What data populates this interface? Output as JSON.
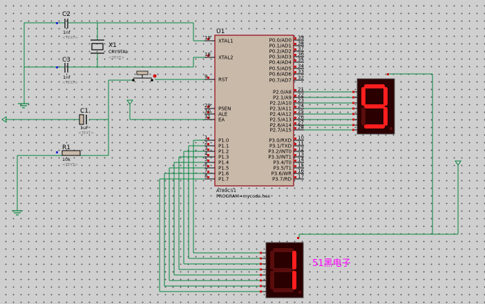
{
  "components": {
    "c2": {
      "ref": "C2",
      "value": "1nf",
      "text": "<TEXT>"
    },
    "c3": {
      "ref": "C3",
      "value": "1nf",
      "text": "<TEXT>"
    },
    "c1": {
      "ref": "C1",
      "value": "1uF",
      "text": "<TEXT>"
    },
    "r1": {
      "ref": "R1",
      "value": "10k",
      "text": "<TEXT>"
    },
    "x1": {
      "ref": "X1",
      "value": "CRYSTAL",
      "text": "<TEXT>"
    }
  },
  "mcu": {
    "ref": "U1",
    "part": "AT89C51",
    "program": "PROGRAM=mycode.hex",
    "left_pins": [
      {
        "num": "19",
        "name": "XTAL1"
      },
      {
        "num": "18",
        "name": "XTAL2"
      },
      {
        "num": "9",
        "name": "RST"
      },
      {
        "num": "29",
        "name": "PSEN"
      },
      {
        "num": "30",
        "name": "ALE"
      },
      {
        "num": "31",
        "name": "EA"
      },
      {
        "num": "1",
        "name": "P1.0"
      },
      {
        "num": "2",
        "name": "P1.1"
      },
      {
        "num": "3",
        "name": "P1.2"
      },
      {
        "num": "4",
        "name": "P1.3"
      },
      {
        "num": "5",
        "name": "P1.4"
      },
      {
        "num": "6",
        "name": "P1.5"
      },
      {
        "num": "7",
        "name": "P1.6"
      },
      {
        "num": "8",
        "name": "P1.7"
      }
    ],
    "right_pins": [
      {
        "num": "39",
        "name": "P0.0/AD0"
      },
      {
        "num": "38",
        "name": "P0.1/AD1"
      },
      {
        "num": "37",
        "name": "P0.2/AD2"
      },
      {
        "num": "36",
        "name": "P0.3/AD3"
      },
      {
        "num": "35",
        "name": "P0.4/AD4"
      },
      {
        "num": "34",
        "name": "P0.5/AD5"
      },
      {
        "num": "33",
        "name": "P0.6/AD6"
      },
      {
        "num": "32",
        "name": "P0.7/AD7"
      },
      {
        "num": "21",
        "name": "P2.0/A8"
      },
      {
        "num": "22",
        "name": "P2.1/A9"
      },
      {
        "num": "23",
        "name": "P2.2/A10"
      },
      {
        "num": "24",
        "name": "P2.3/A11"
      },
      {
        "num": "25",
        "name": "P2.4/A12"
      },
      {
        "num": "26",
        "name": "P2.5/A13"
      },
      {
        "num": "27",
        "name": "P2.6/A14"
      },
      {
        "num": "28",
        "name": "P2.7/A15"
      },
      {
        "num": "10",
        "name": "P3.0/RXD"
      },
      {
        "num": "11",
        "name": "P3.1/TXD"
      },
      {
        "num": "12",
        "name": "P3.2/INT0"
      },
      {
        "num": "13",
        "name": "P3.3/INT1"
      },
      {
        "num": "14",
        "name": "P3.4/T0"
      },
      {
        "num": "15",
        "name": "P3.5/T1"
      },
      {
        "num": "16",
        "name": "P3.6/WR"
      },
      {
        "num": "17",
        "name": "P3.7/RD"
      }
    ]
  },
  "displays": {
    "top_digit": "9",
    "bottom_digit": "1"
  },
  "watermark": "51黑电子",
  "colors": {
    "wire": "#00843c",
    "chip_fill": "#c9b9a9",
    "chip_border": "#9b1c2b",
    "pin_dot": "#d01010",
    "display_body": "#2a0000",
    "segment_on": "#ff1e1e",
    "segment_off": "#5a0d0d",
    "watermark": "#ff00ff"
  }
}
